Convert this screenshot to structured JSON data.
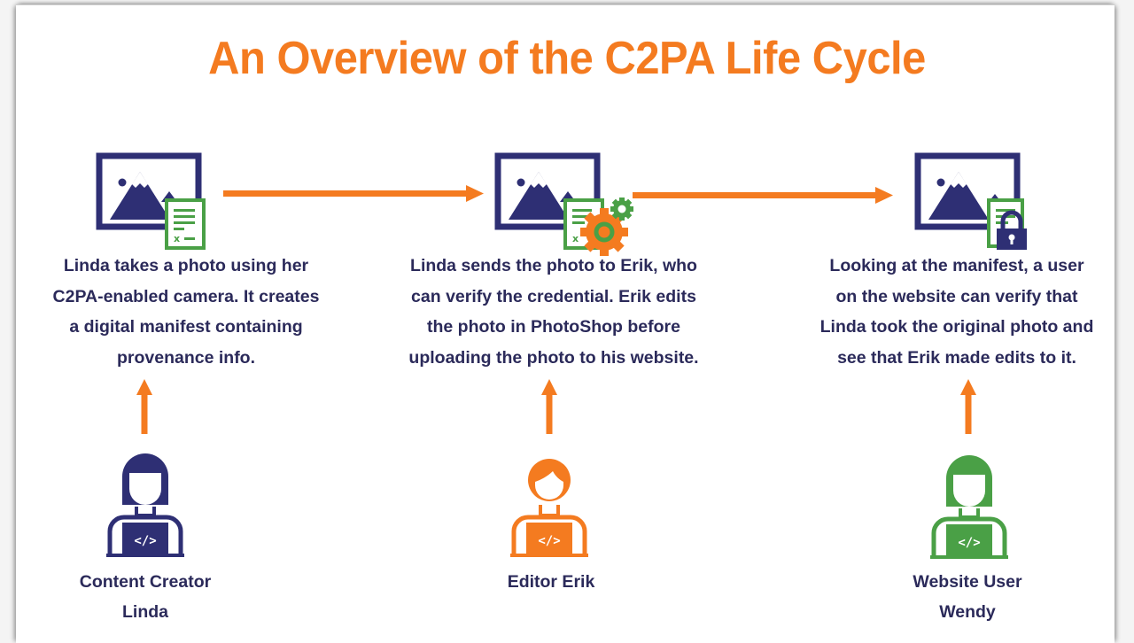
{
  "title": "An Overview of the C2PA Life Cycle",
  "colors": {
    "accent_orange": "#f47b20",
    "navy": "#2e2f74",
    "green": "#4aa046",
    "text": "#2b2a5a"
  },
  "stages": [
    {
      "icon": "image-with-manifest-icon",
      "description_lines": [
        "Linda takes a photo using her",
        "C2PA-enabled camera. It creates",
        "a digital manifest containing",
        "provenance info."
      ],
      "person_icon": "content-creator-person-icon",
      "person_color": "#2e2f74",
      "role": "Content Creator",
      "name": "Linda"
    },
    {
      "icon": "image-with-manifest-gears-icon",
      "description_lines": [
        "Linda sends the photo to Erik, who",
        "can verify the credential. Erik edits",
        "the photo in PhotoShop before",
        "uploading the photo to his website."
      ],
      "person_icon": "editor-person-icon",
      "person_color": "#f47b20",
      "role": "Editor Erik",
      "name": ""
    },
    {
      "icon": "image-with-manifest-lock-icon",
      "description_lines": [
        "Looking at the manifest, a user",
        "on the website can verify that",
        "Linda took the original photo and",
        "see that Erik made edits to it."
      ],
      "person_icon": "website-user-person-icon",
      "person_color": "#4aa046",
      "role": "Website User",
      "name": "Wendy"
    }
  ],
  "code_glyph": "</>"
}
